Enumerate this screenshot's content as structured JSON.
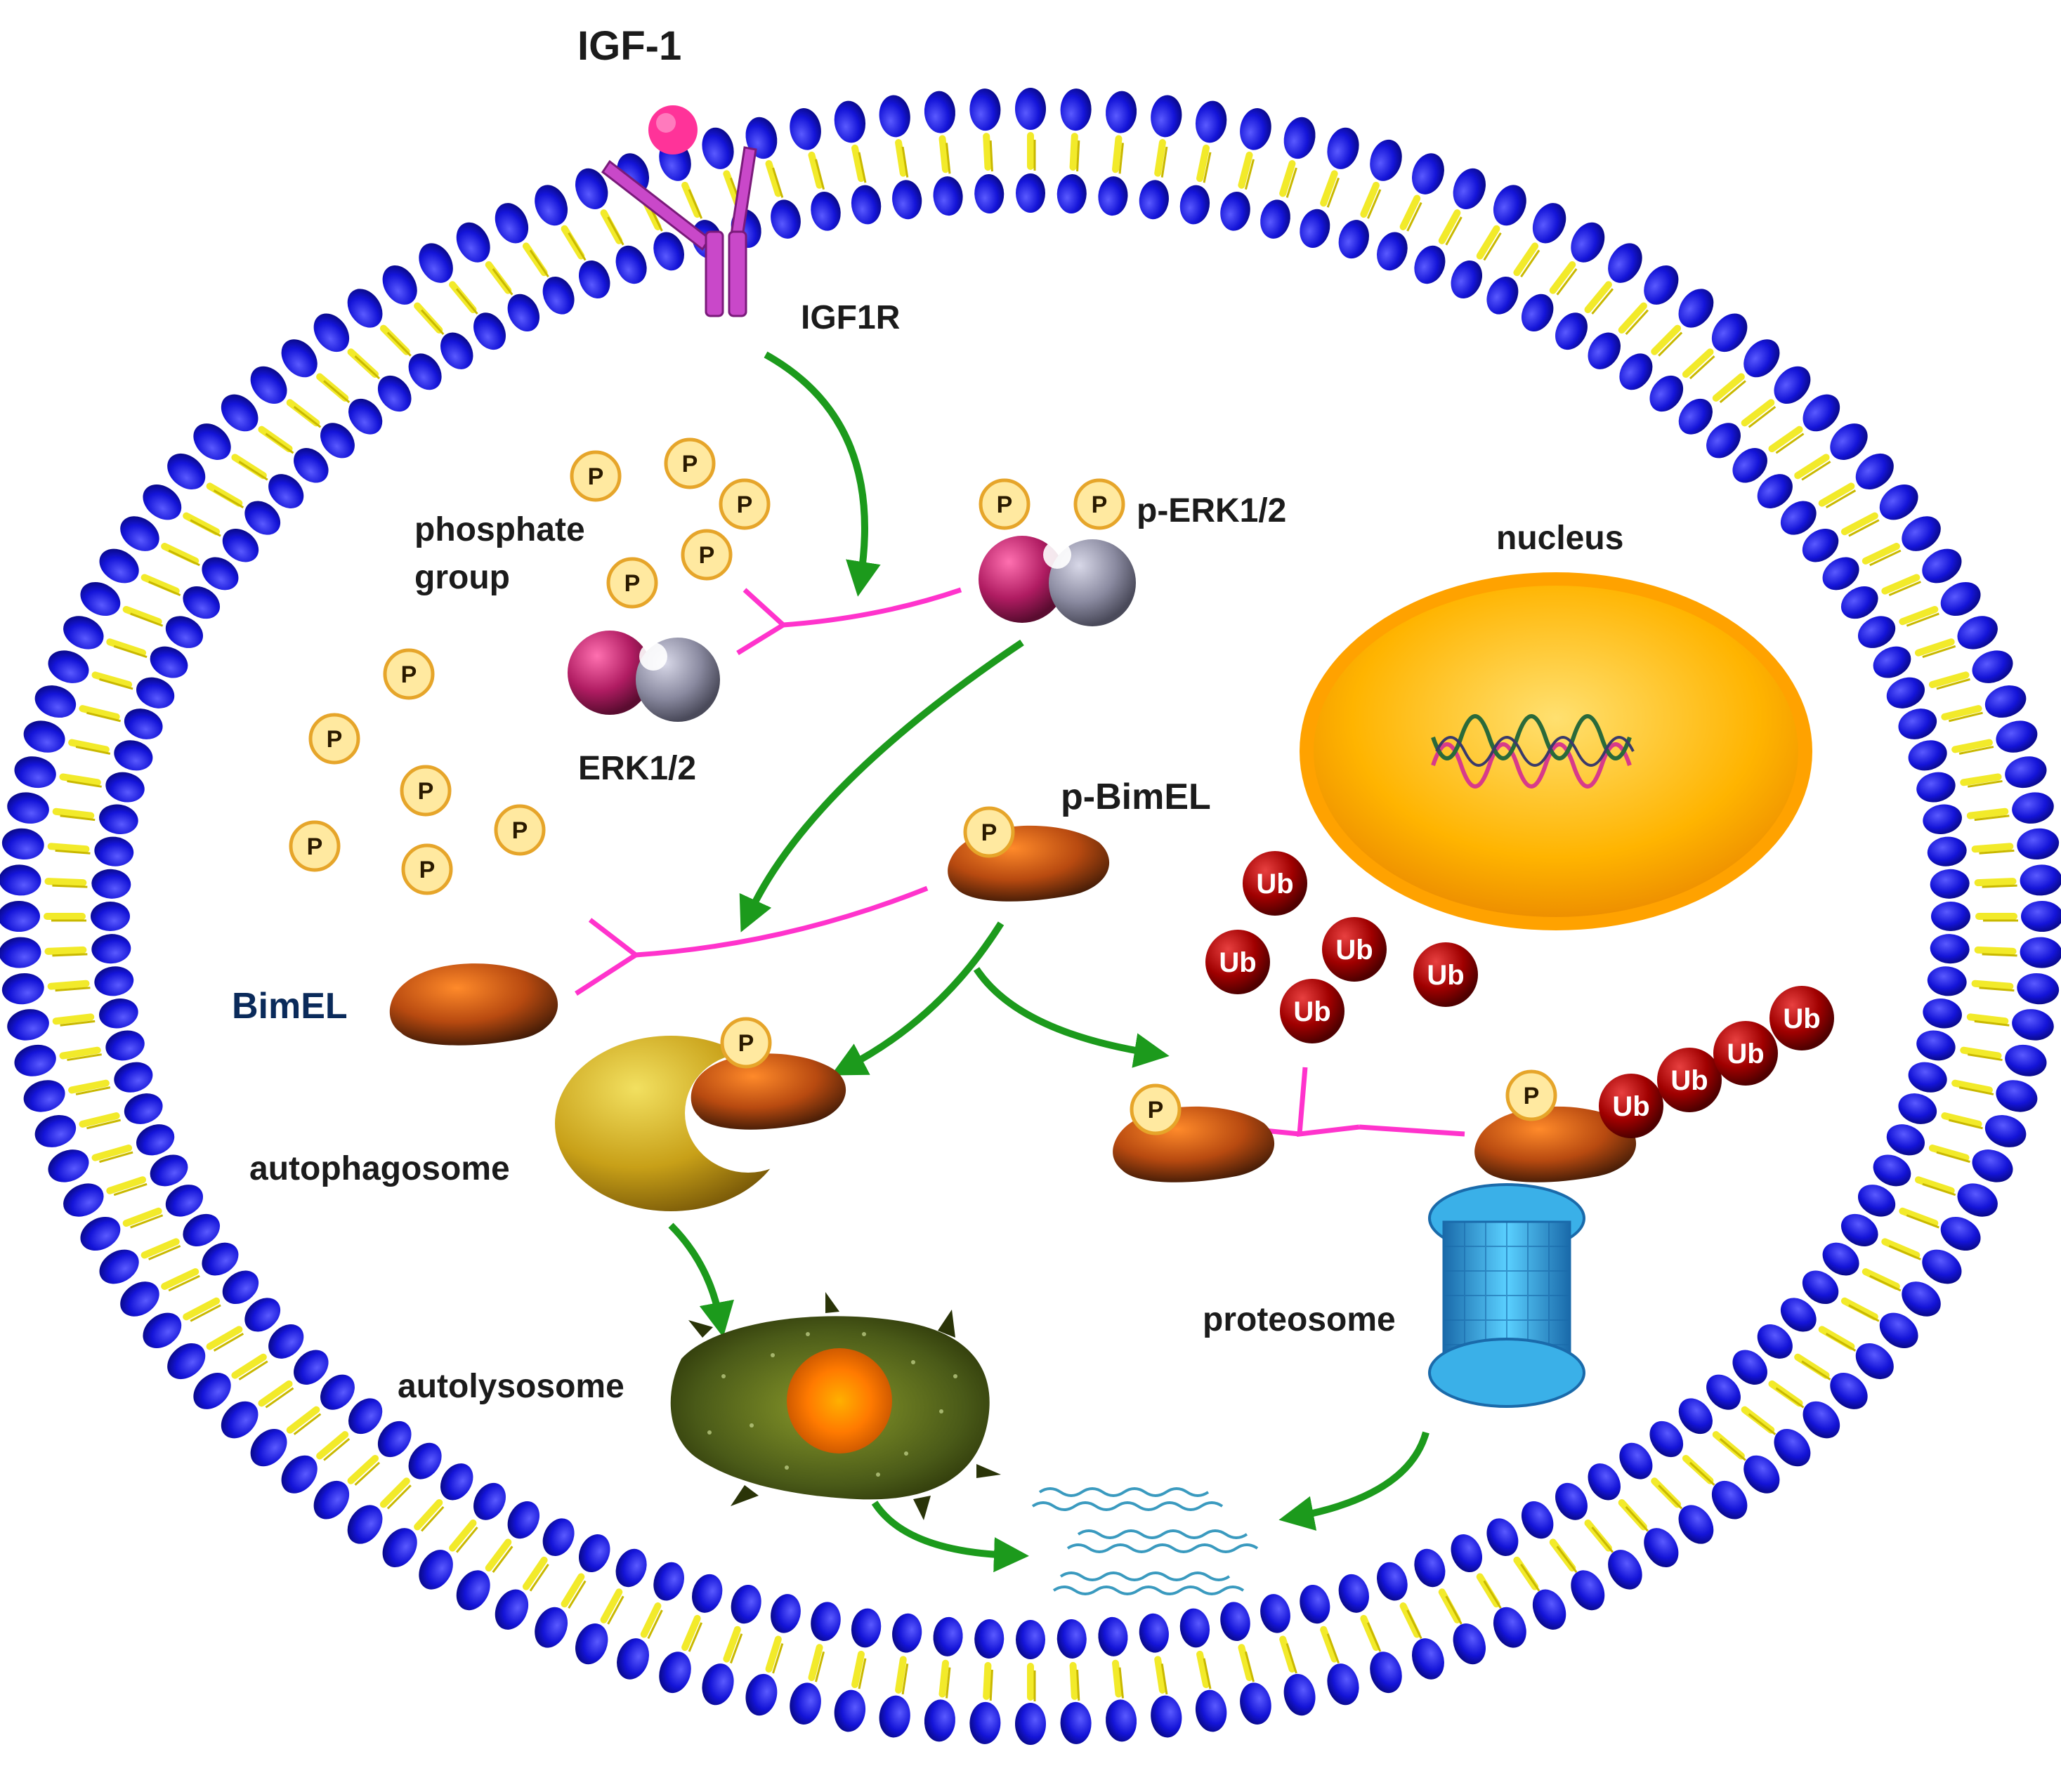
{
  "labels": {
    "ligand": "IGF-1",
    "receptor": "IGF1R",
    "phosphate": [
      "phosphate",
      "group"
    ],
    "erk": "ERK1/2",
    "p_erk": "p-ERK1/2",
    "nucleus": "nucleus",
    "p_bimel": "p-BimEL",
    "bimel": "BimEL",
    "autophagosome": "autophagosome",
    "autolysosome": "autolysosome",
    "proteosome": "proteosome"
  },
  "glyphs": {
    "phosphate": "P",
    "ubiquitin": "Ub"
  },
  "colors": {
    "membrane_head": "#1010d8",
    "membrane_tail": "#f2ea2a",
    "arrow": "#1c9a1c",
    "inhibit": "#ff33cc",
    "receptor": "#cc44cc",
    "ligand": "#ff3399",
    "phosphate_fill": "#ffe9a0",
    "ubiquitin": "#8b0000",
    "nucleus": "#ffaa00",
    "proteosome": "#2aa0dd"
  }
}
